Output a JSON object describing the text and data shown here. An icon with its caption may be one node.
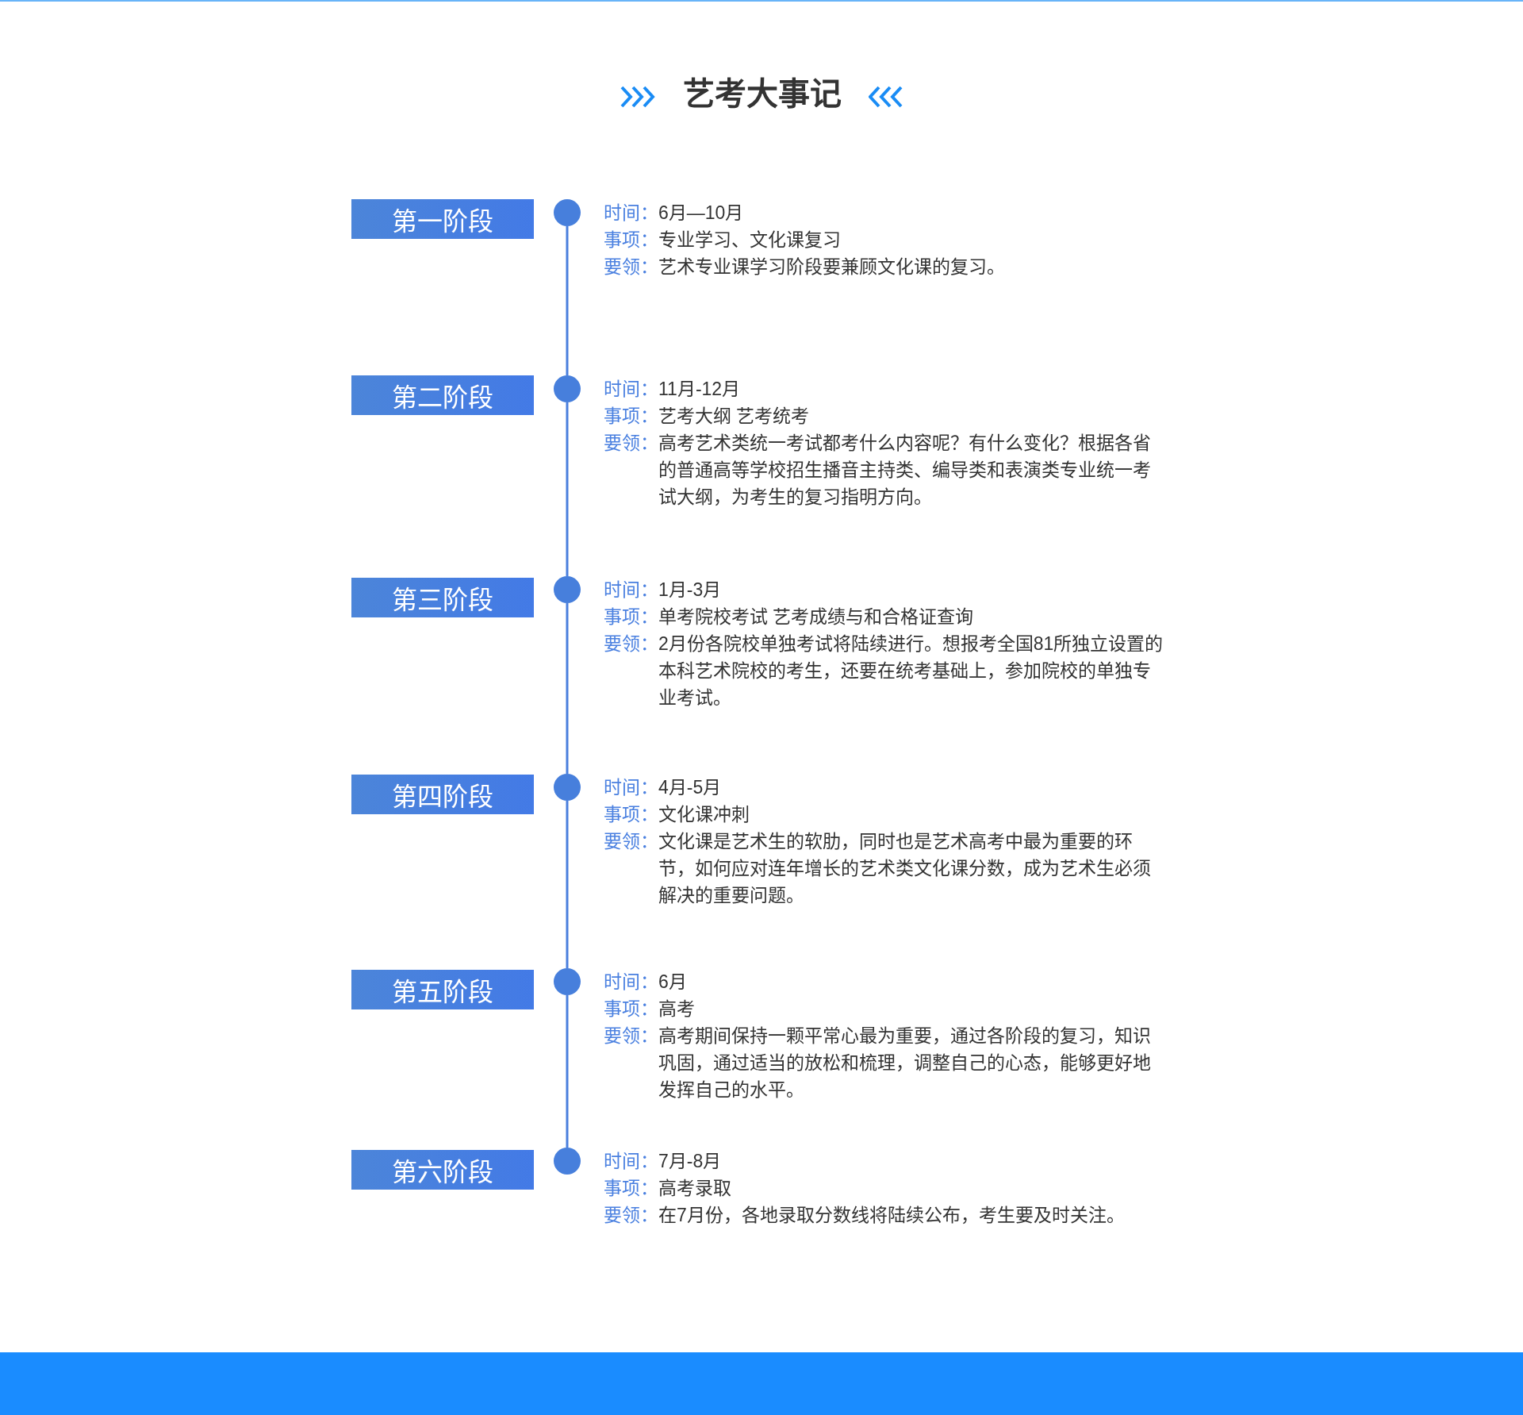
{
  "diagram": {
    "title": "艺考大事记",
    "nodes": [
      {
        "text": [
          "第一阶段"
        ]
      },
      {
        "text": [],
        "shape": "circle",
        "beside": [
          "时间：",
          "6月—10月",
          "事项：",
          "专业学习、文化课复习",
          "要领：",
          "艺术专业课学习阶段要兼顾文化课的复习。"
        ]
      },
      {
        "text": [
          "第二阶段"
        ]
      },
      {
        "text": [],
        "shape": "circle",
        "beside": [
          "时间：",
          "11月-12月",
          "事项：",
          "艺考大纲 艺考统考",
          "要领：",
          "高考艺术类统一考试都考什么内容呢？有什么变化？根据各省的普通高等学校招生播音主持类、编导类和表演类专业统一考试大纲，为考生的复习指明方向。"
        ]
      },
      {
        "text": [
          "第三阶段"
        ]
      },
      {
        "text": [],
        "shape": "circle",
        "beside": [
          "时间：",
          "1月-3月",
          "事项：",
          "单考院校考试 艺考成绩与和合格证查询",
          "要领：",
          "2月份各院校单独考试将陆续进行。想报考全国81所独立设置的本科艺术院校的考生，还要在统考基础上，参加院校的单独专业考试。"
        ]
      },
      {
        "text": [
          "第四阶段"
        ]
      },
      {
        "text": [],
        "shape": "circle",
        "beside": [
          "时间：",
          "4月-5月",
          "事项：",
          "文化课冲刺",
          "要领：",
          "文化课是艺术生的软肋，同时也是艺术高考中最为重要的环节，如何应对连年增长的艺术类文化课分数，成为艺术生必须解决的重要问题。"
        ]
      },
      {
        "text": [
          "第五阶段"
        ]
      },
      {
        "text": [],
        "shape": "circle",
        "beside": [
          "时间：",
          "6月",
          "事项：",
          "高考",
          "要领：",
          "高考期间保持一颗平常心最为重要，通过各阶段的复习，知识巩固，通过适当的放松和梳理，调整自己的心态，能够更好地发挥自己的水平。"
        ]
      },
      {
        "text": [
          "第六阶段"
        ]
      },
      {
        "text": [],
        "shape": "circle",
        "beside": [
          "时间：",
          "7月-8月",
          "事项：",
          "高考录取",
          "要领：",
          "在7月份，各地录取分数线将陆续公布，考生要及时关注。"
        ]
      }
    ],
    "edges": [
      {
        "from": 1,
        "to": 3,
        "arrow": "none"
      },
      {
        "from": 3,
        "to": 5,
        "arrow": "none"
      },
      {
        "from": 5,
        "to": 7,
        "arrow": "none"
      },
      {
        "from": 7,
        "to": 9,
        "arrow": "none"
      },
      {
        "from": 9,
        "to": 11,
        "arrow": "none"
      }
    ]
  }
}
